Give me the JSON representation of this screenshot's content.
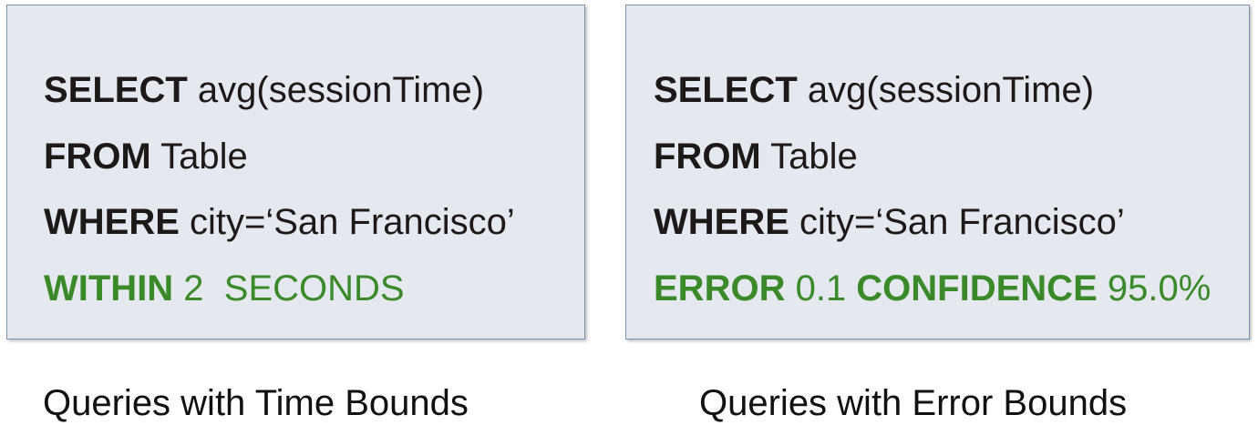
{
  "left_query": {
    "line1": {
      "keyword": "SELECT",
      "rest": " avg(sessionTime)"
    },
    "line2": {
      "keyword": "FROM",
      "rest": " Table"
    },
    "line3": {
      "keyword": "WHERE",
      "rest": " city=‘San Francisco’"
    },
    "line4": {
      "keyword": "WITHIN",
      "rest": " 2  SECONDS"
    }
  },
  "right_query": {
    "line1": {
      "keyword": "SELECT",
      "rest": " avg(sessionTime)"
    },
    "line2": {
      "keyword": "FROM",
      "rest": " Table"
    },
    "line3": {
      "keyword": "WHERE",
      "rest": " city=‘San Francisco’"
    },
    "line4": {
      "keyword1": "ERROR",
      "value1": " 0.1 ",
      "keyword2": "CONFIDENCE",
      "value2": " 95.0%"
    }
  },
  "captions": {
    "left": "Queries with Time Bounds",
    "right": "Queries with Error Bounds"
  },
  "colors": {
    "box_fill": "#e5e8ee",
    "box_border": "#7d93b2",
    "bound_clause": "#3a8a2a"
  }
}
